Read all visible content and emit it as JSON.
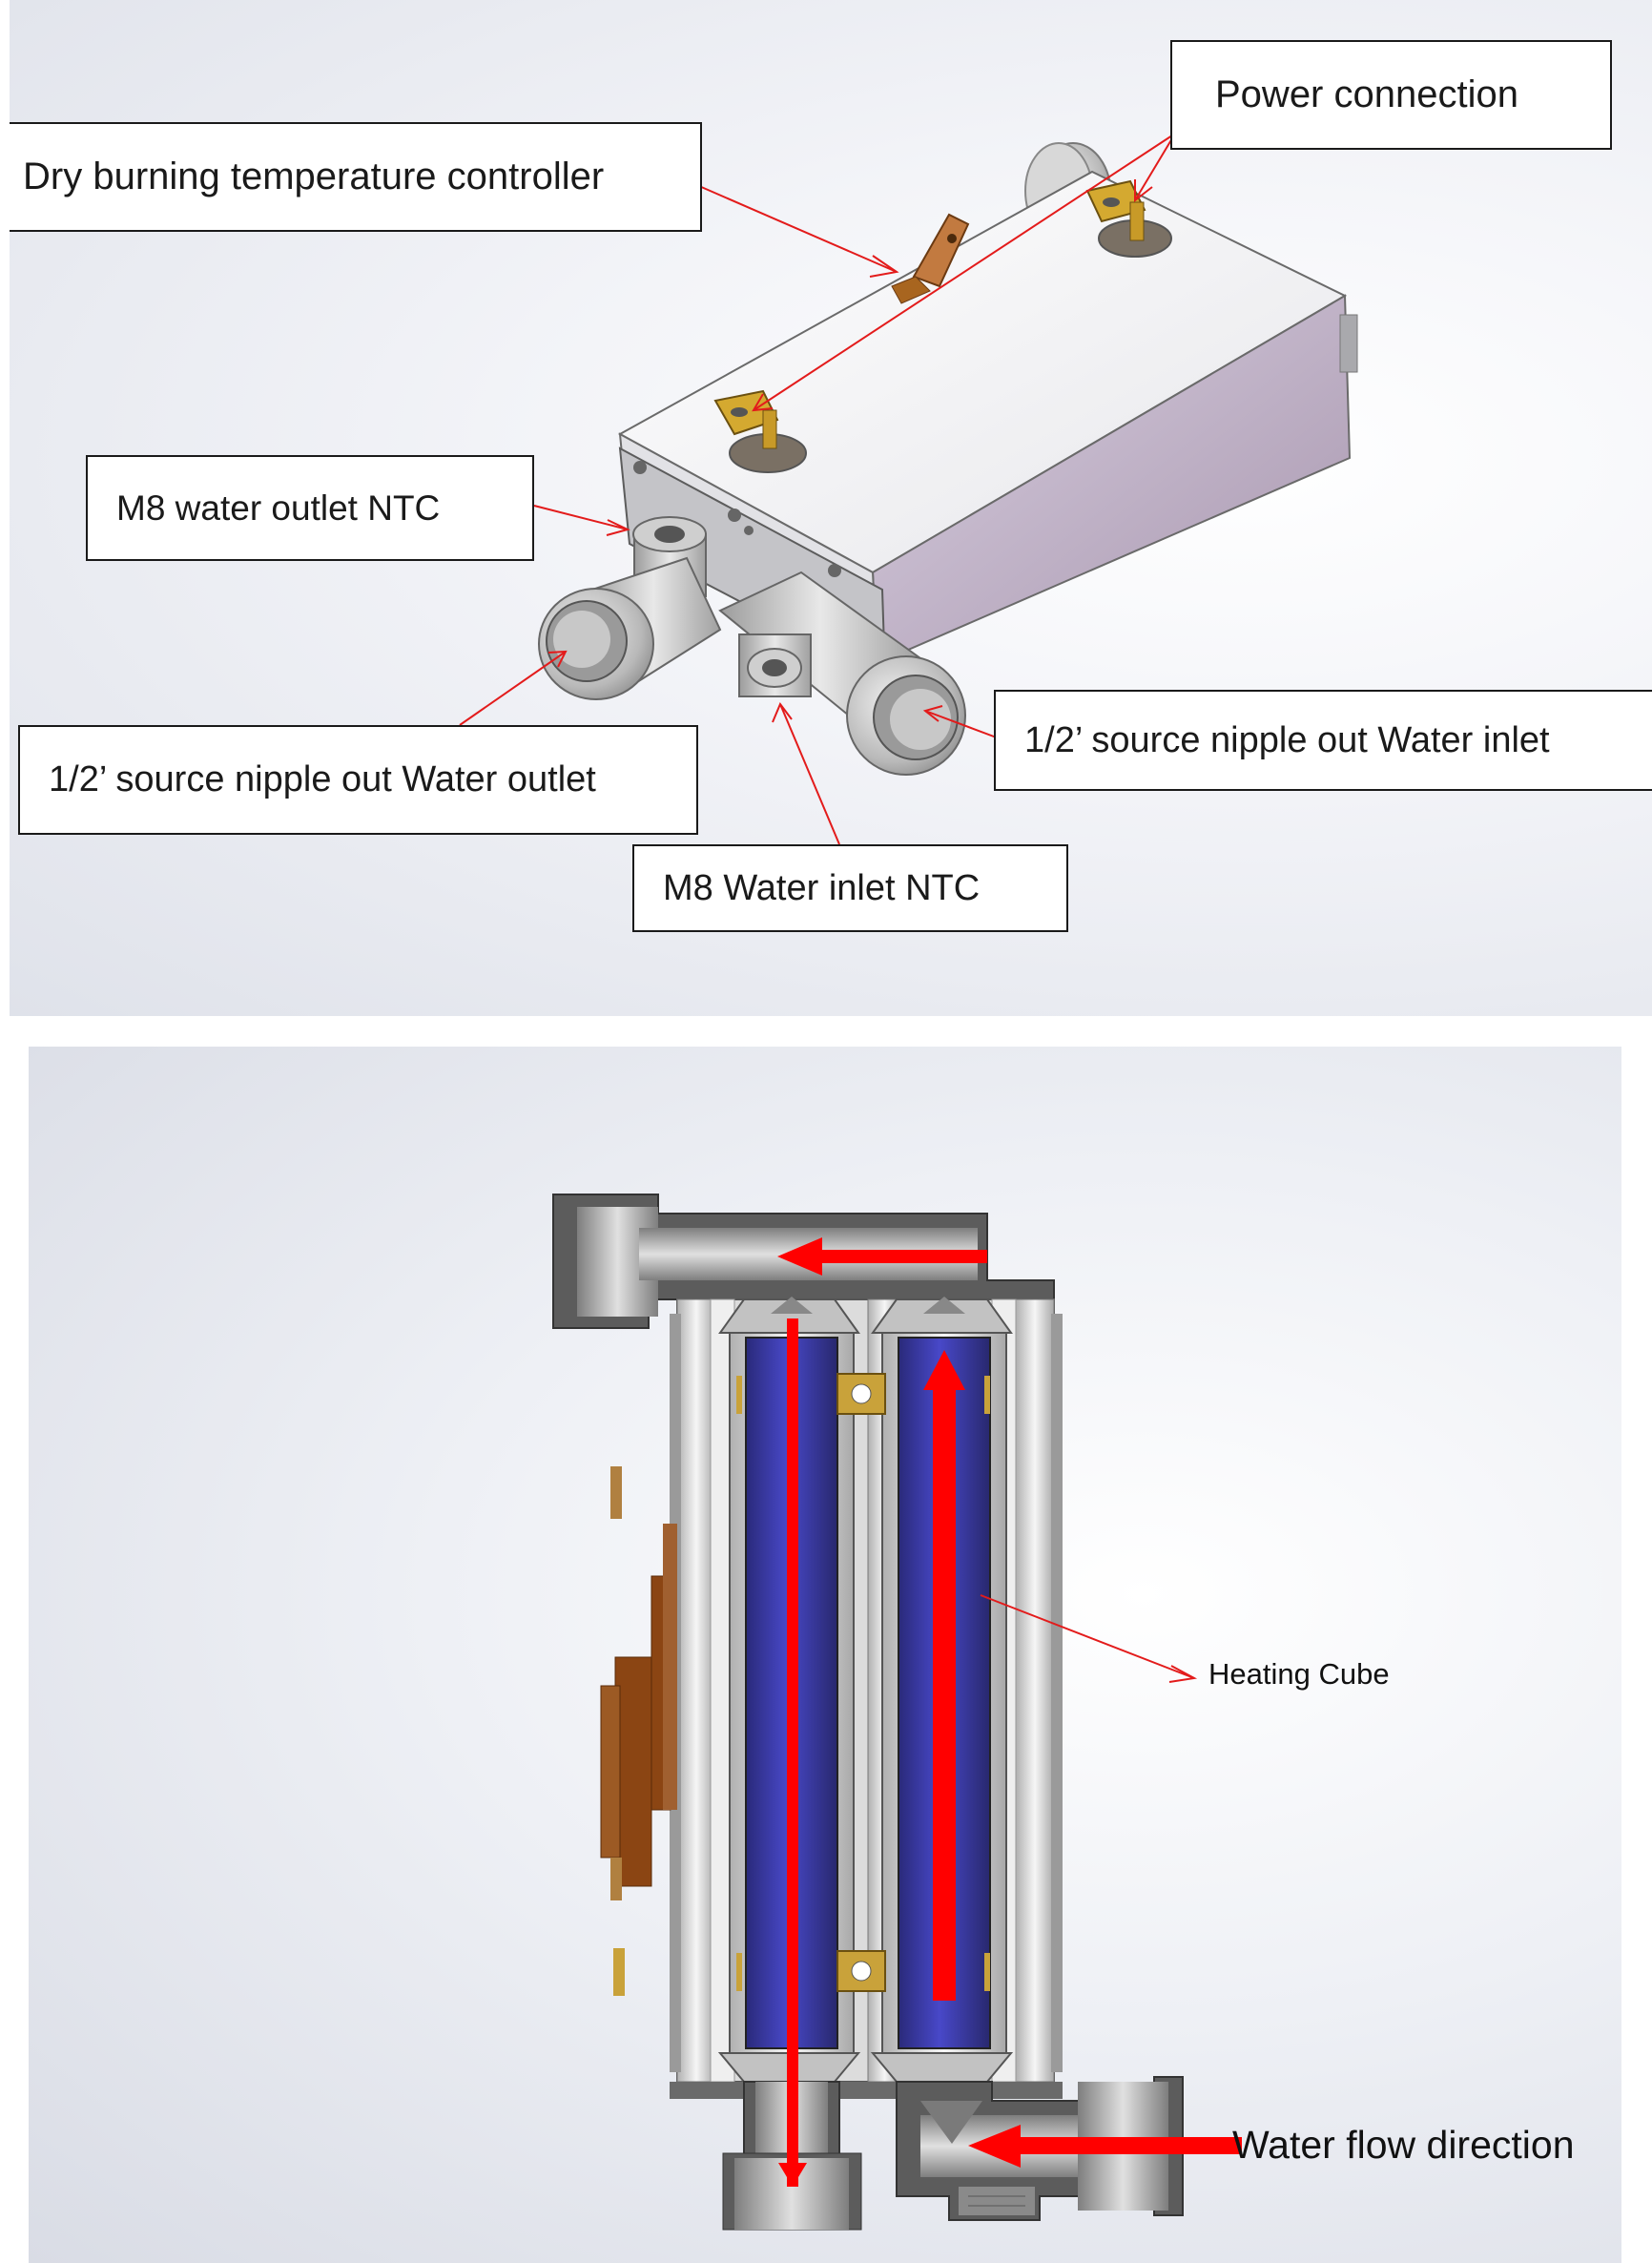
{
  "top_figure": {
    "labels": {
      "dry_burning": "Dry burning temperature controller",
      "power": "Power connection",
      "outlet_ntc": "M8 water outlet NTC",
      "water_outlet": "1/2’ source nipple out Water outlet",
      "water_inlet": "1/2’ source nipple out Water inlet",
      "inlet_ntc": "M8 Water inlet NTC"
    }
  },
  "bottom_figure": {
    "labels": {
      "heating_cube": "Heating Cube",
      "flow_direction": "Water flow direction"
    }
  },
  "colors": {
    "leader_line": "#e31b1b",
    "flow_arrow": "#ff0000",
    "heating_tube": "#3c3cb4",
    "terminal": "#c9a23a",
    "thermostat": "#8b4513",
    "body_side": "#c0aec4",
    "metal": "#b8b8b8"
  }
}
